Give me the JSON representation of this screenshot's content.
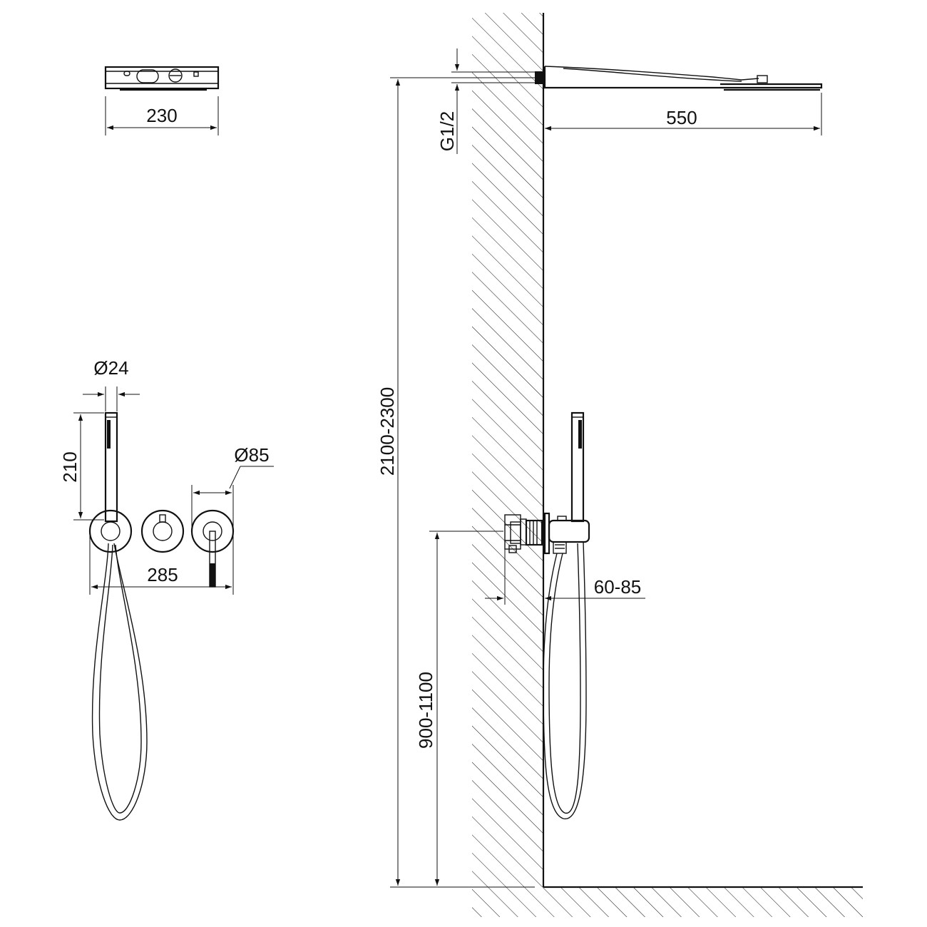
{
  "dimensions": {
    "head_depth": "230",
    "head_projection": "550",
    "thread": "G1/2",
    "mount_height": "2100-2300",
    "mixer_height": "900-1100",
    "wall_depth": "60-85",
    "handshower_diameter": "Ø24",
    "handshower_length": "210",
    "plate_diameter": "Ø85",
    "plate_spacing": "285"
  },
  "colors": {
    "line": "#111111",
    "background": "#ffffff"
  }
}
